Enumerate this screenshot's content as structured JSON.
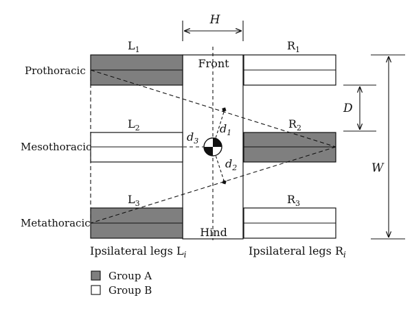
{
  "colors": {
    "group_a_fill": "#7f7f7f",
    "group_b_fill": "#ffffff",
    "stroke": "#111111",
    "background": "#ffffff"
  },
  "body": {
    "front": "Front",
    "hind": "Hind",
    "width_symbol": "H"
  },
  "segments": {
    "prothoracic": "Prothoracic",
    "mesothoracic": "Mesothoracic",
    "metathoracic": "Metathoracic"
  },
  "left_legs": {
    "l1": {
      "letter": "L",
      "index": "1",
      "group": "A"
    },
    "l2": {
      "letter": "L",
      "index": "2",
      "group": "B"
    },
    "l3": {
      "letter": "L",
      "index": "3",
      "group": "A"
    }
  },
  "right_legs": {
    "r1": {
      "letter": "R",
      "index": "1",
      "group": "B"
    },
    "r2": {
      "letter": "R",
      "index": "2",
      "group": "A"
    },
    "r3": {
      "letter": "R",
      "index": "3",
      "group": "B"
    }
  },
  "dimensions": {
    "d_spacing": "D",
    "w_span": "W",
    "d1": {
      "letter": "d",
      "index": "1"
    },
    "d2": {
      "letter": "d",
      "index": "2"
    },
    "d3": {
      "letter": "d",
      "index": "3"
    }
  },
  "footer": {
    "left_label": "Ipsilateral legs L",
    "left_sub": "i",
    "right_label": "Ipsilateral legs R",
    "right_sub": "i"
  },
  "legend": {
    "group_a": "Group A",
    "group_b": "Group B"
  }
}
